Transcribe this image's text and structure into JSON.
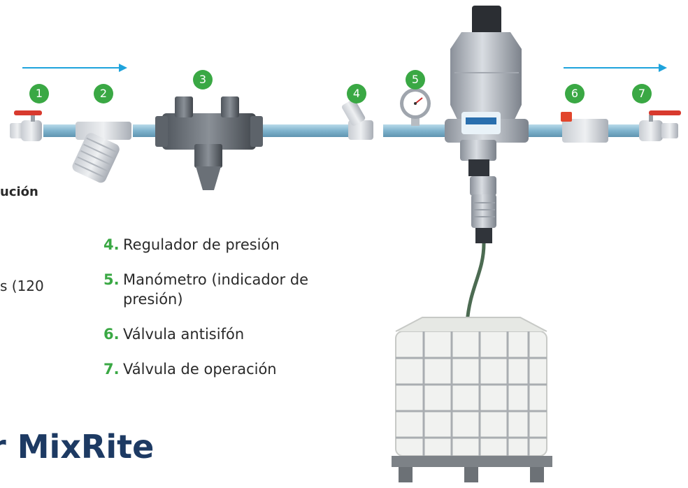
{
  "diagram": {
    "badges": [
      "1",
      "2",
      "3",
      "4",
      "5",
      "6",
      "7"
    ],
    "legend": [
      {
        "num": "4.",
        "text": "Regulador de presión"
      },
      {
        "num": "5.",
        "text": "Manómetro (indicador de presión)"
      },
      {
        "num": "6.",
        "text": "Válvula antisifón"
      },
      {
        "num": "7.",
        "text": "Válvula de operación"
      }
    ],
    "clipped_text": {
      "top_left_fragment": "ución",
      "mid_left_fragment": "s (120"
    },
    "brand_fragment": "r MixRite"
  },
  "colors": {
    "badge": "#3aa844",
    "arrow": "#1ea3dc",
    "pipe": "#8fbfd8",
    "brand": "#1d3a63"
  }
}
